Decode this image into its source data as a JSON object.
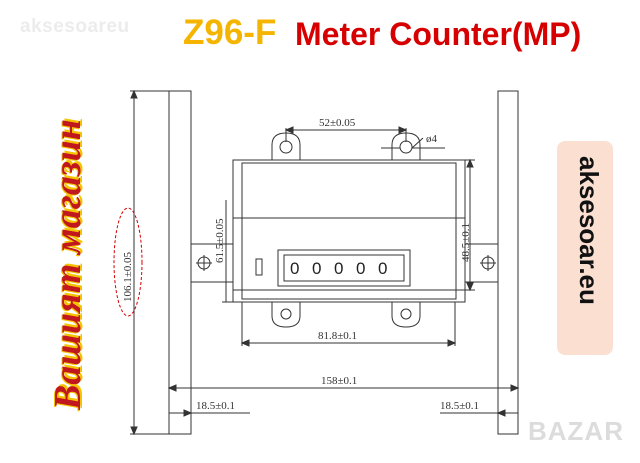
{
  "watermark_top": "aksesoareu",
  "title": {
    "model": "Z96-F",
    "text": "Meter Counter(MP)"
  },
  "side_text": "Вашият магазин",
  "site": "aksesoar.eu",
  "watermark_bottom": "BAZAR",
  "counter_digits": [
    "0",
    "0",
    "0",
    "0",
    "0"
  ],
  "dimensions": {
    "hole_spacing": "52±0.05",
    "hole_diameter": "ø4",
    "body_height": "61.5±0.05",
    "window_height": "48.5±0.1",
    "mount_spacing": "81.8±0.1",
    "total_width": "158±0.1",
    "left_bracket": "18.5±0.1",
    "right_bracket": "18.5±0.1",
    "total_height": "106.1±0.05"
  },
  "colors": {
    "title_model": "#f5b400",
    "title_text": "#d60000",
    "side_text": "#c0181e",
    "pink_panel": "#fbe0d2",
    "line": "#333333"
  }
}
